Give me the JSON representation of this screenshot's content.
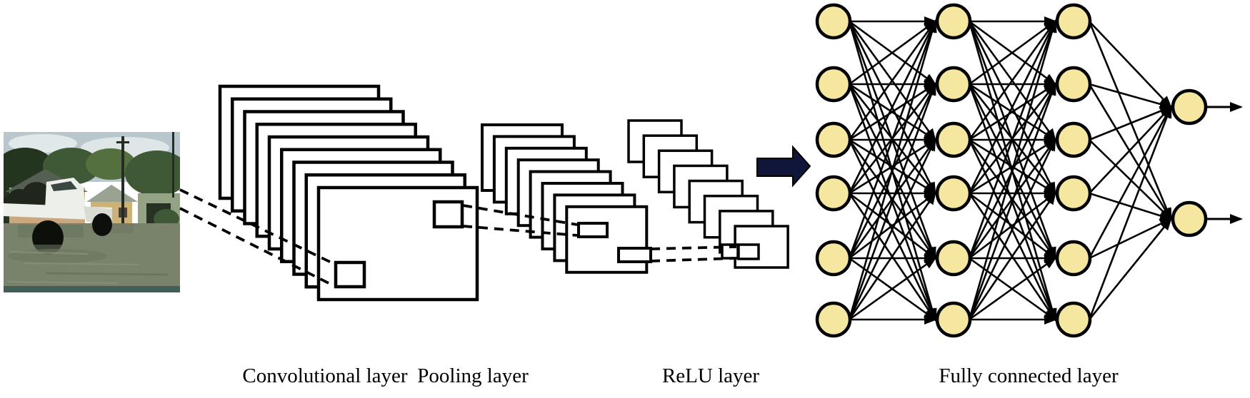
{
  "labels": {
    "convolutional": "Convolutional layer",
    "pooling": "Pooling layer",
    "relu": "ReLU layer",
    "fully_connected": "Fully connected layer"
  },
  "structure": {
    "conv_feature_maps": 9,
    "pooling_feature_maps": 8,
    "relu_feature_maps": 8,
    "fc_layer_sizes": [
      6,
      6,
      6,
      2
    ],
    "output_arrows": 2
  },
  "colors": {
    "node_fill": "#f6e7a0",
    "stroke": "#000000",
    "flow_arrow": "#10163a",
    "background": "#ffffff",
    "photo": {
      "sky": "#b9c6cb",
      "cloud": "#e7edee",
      "tree_dark": "#24351f",
      "tree": "#3f5937",
      "tree_light": "#55703f",
      "house_wall": "#c9a87f",
      "house_wall2": "#cdb177",
      "roof": "#566052",
      "roof_light": "#9aa392",
      "garage": "#94a383",
      "opening": "#273225",
      "window": "#4a4438",
      "door": "#e8e8e4",
      "pole": "#262c24",
      "water": "#79836c",
      "water_dark": "#5f6a55",
      "water_light": "#8d977e",
      "water_band": "#3d5a55",
      "truck_white": "#edf0ea",
      "truck_shadow": "#d8dcd2",
      "cargo": "#20261c",
      "tire": "#0c0f0a",
      "glass": "#3a4742"
    }
  },
  "input_image": {
    "semantic": "flooded-street-with-white-pickup-truck-photo"
  }
}
